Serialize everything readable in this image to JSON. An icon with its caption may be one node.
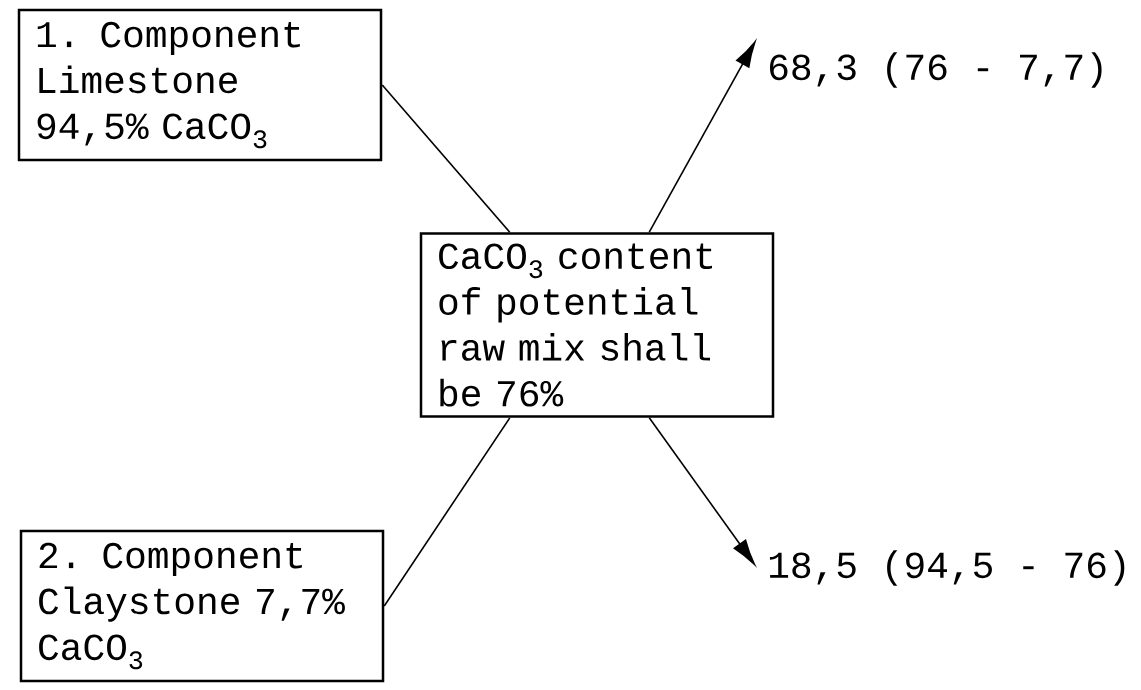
{
  "diagram": {
    "nodes": [
      {
        "text": [
          "1. Component Limestone 94,5% CaCO$_{3}$"
        ]
      },
      {
        "text": [
          "68,3 (76 - 7,7)"
        ]
      },
      {
        "text": [
          "CaCO$_{3}$ content of potential raw mix shall be 76%"
        ]
      },
      {
        "text": [
          "2. Component Claystone 7,7% CaCO$_{3}$"
        ]
      },
      {
        "text": [
          "18,5 (94,5 - 76)"
        ]
      }
    ],
    "edges": [
      {
        "from": 0,
        "to": 2,
        "arrow": "none"
      },
      {
        "from": 2,
        "to": 1,
        "arrow": "to"
      },
      {
        "from": 3,
        "to": 2,
        "arrow": "none"
      },
      {
        "from": 2,
        "to": 4,
        "arrow": "to"
      }
    ]
  }
}
